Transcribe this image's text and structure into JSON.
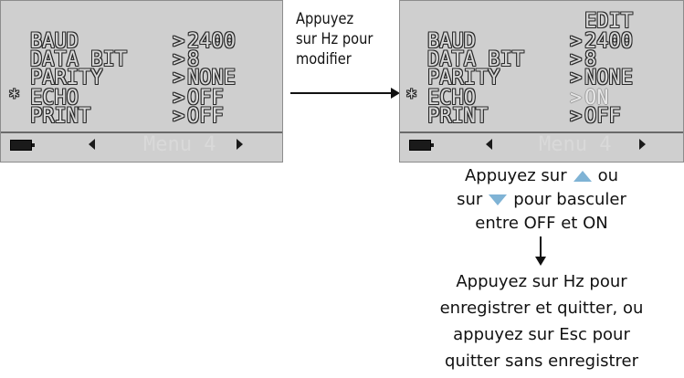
{
  "left_screen": {
    "rows": [
      {
        "marker": "",
        "label": "BAUD",
        "value": "2400"
      },
      {
        "marker": "",
        "label": "DATA BIT",
        "value": "8"
      },
      {
        "marker": "",
        "label": "PARITY",
        "value": "NONE"
      },
      {
        "marker": "*",
        "label": "ECHO",
        "value": "OFF"
      },
      {
        "marker": "",
        "label": "PRINT",
        "value": "OFF"
      }
    ],
    "menu_label": "Menu 4"
  },
  "right_screen": {
    "edit_label": "EDIT",
    "rows": [
      {
        "marker": "",
        "label": "BAUD",
        "value": "2400"
      },
      {
        "marker": "",
        "label": "DATA BIT",
        "value": "8"
      },
      {
        "marker": "",
        "label": "PARITY",
        "value": "NONE"
      },
      {
        "marker": "*",
        "label": "ECHO",
        "value": "ON"
      },
      {
        "marker": "",
        "label": "PRINT",
        "value": "OFF"
      }
    ],
    "menu_label": "Menu 4"
  },
  "instructions": {
    "step1": [
      "Appuyez",
      "sur Hz pour",
      "modifier"
    ],
    "step2": {
      "line1_a": "Appuyez sur",
      "line1_b": "ou",
      "line2_a": "sur",
      "line2_b": "pour basculer",
      "line3": "entre OFF et ON"
    },
    "step3": [
      "Appuyez sur Hz pour",
      "enregistrer et quitter, ou",
      "appuyez sur Esc pour",
      "quitter sans enregistrer"
    ]
  },
  "icons": {
    "up": "up-arrow-icon",
    "down": "down-arrow-icon",
    "battery": "battery-icon"
  },
  "colors": {
    "lcd_bg": "#cfcfcf",
    "arrow_icon": "#7fb3d5",
    "text": "#111111"
  }
}
